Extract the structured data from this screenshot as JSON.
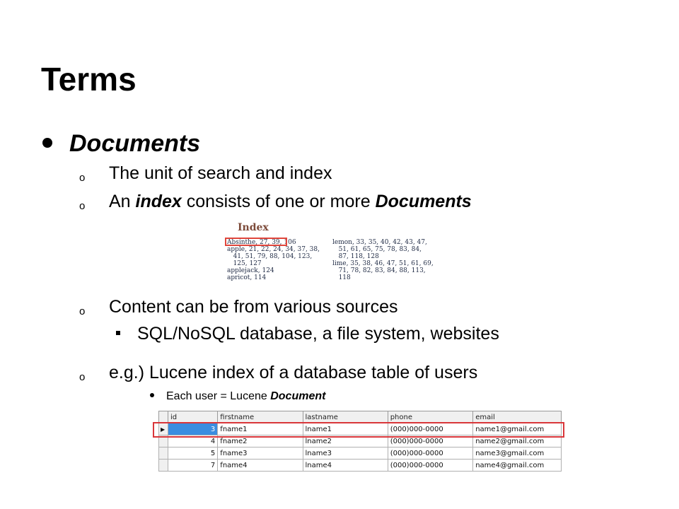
{
  "title": "Terms",
  "bullet1": {
    "text": "Documents"
  },
  "sub": {
    "unit": "The unit of search and index",
    "index_pre": "An ",
    "index_word": "index",
    "index_mid": " consists of one or more ",
    "index_doc": "Documents",
    "content": "Content can be from various sources",
    "sources": "SQL/NoSQL database, a file system, websites",
    "eg": "e.g.) Lucene index of a database table of users",
    "each_pre": "Each user = Lucene ",
    "each_doc": "Document"
  },
  "marker_o": "o",
  "index_image": {
    "heading": "Index",
    "left_lines": "Absinthe, 27, 39, 106\napple, 21, 22, 24, 34, 37, 38,\n   41, 51, 79, 88, 104, 123,\n   125, 127\napplejack, 124\napricot, 114",
    "right_lines": "lemon, 33, 35, 40, 42, 43, 47,\n   51, 61, 65, 75, 78, 83, 84,\n   87, 118, 128\nlime, 35, 38, 46, 47, 51, 61, 69,\n   71, 78, 82, 83, 84, 88, 113,\n   118"
  },
  "db_table": {
    "headers": [
      "id",
      "firstname",
      "lastname",
      "phone",
      "email"
    ],
    "rows": [
      [
        "3",
        "fname1",
        "lname1",
        "(000)000-0000",
        "name1@gmail.com"
      ],
      [
        "4",
        "fname2",
        "lname2",
        "(000)000-0000",
        "name2@gmail.com"
      ],
      [
        "5",
        "fname3",
        "lname3",
        "(000)000-0000",
        "name3@gmail.com"
      ],
      [
        "7",
        "fname4",
        "lname4",
        "(000)000-0000",
        "name4@gmail.com"
      ]
    ],
    "indicator": "▶"
  },
  "colors": {
    "highlight": "#d9363a",
    "selected": "#3a8de0"
  }
}
